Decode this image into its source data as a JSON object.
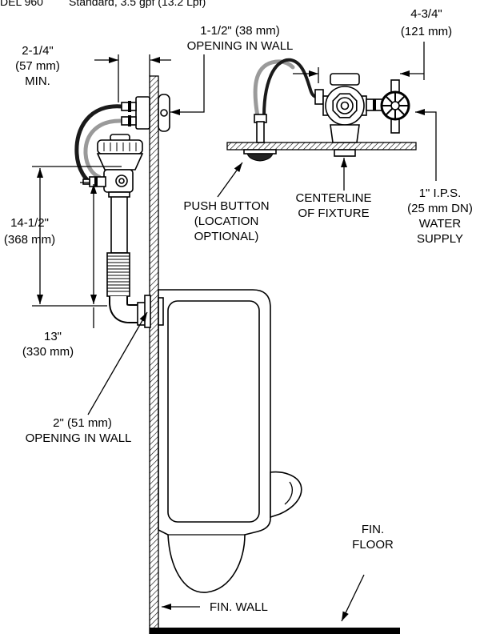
{
  "header": {
    "model": "DEL 960",
    "description": "Standard, 3.5 gpf (13.2 Lpf)"
  },
  "dimensions": {
    "supply_offset": {
      "imperial": "4-3/4\"",
      "metric": "(121 mm)"
    },
    "upper_wall_opening": {
      "size": "1-1/2\" (38 mm)",
      "label": "OPENING IN WALL"
    },
    "min_offset": {
      "imperial": "2-1/4\"",
      "metric": "(57 mm)",
      "note": "MIN."
    },
    "valve_height": {
      "imperial": "14-1/2\"",
      "metric": "(368 mm)"
    },
    "inlet_height": {
      "imperial": "13\"",
      "metric": "(330 mm)"
    },
    "lower_wall_opening": {
      "size": "2\" (51 mm)",
      "label": "OPENING IN WALL"
    }
  },
  "callouts": {
    "push_button": [
      "PUSH BUTTON",
      "(LOCATION",
      "OPTIONAL)"
    ],
    "centerline": [
      "CENTERLINE",
      "OF FIXTURE"
    ],
    "water_supply": [
      "1\" I.P.S.",
      "(25 mm DN)",
      "WATER",
      "SUPPLY"
    ],
    "finished_floor": [
      "FIN.",
      "FLOOR"
    ],
    "finished_wall": "FIN. WALL"
  },
  "colors": {
    "hose_dark": "#1a1a1a",
    "hose_light": "#9a9a9a"
  }
}
